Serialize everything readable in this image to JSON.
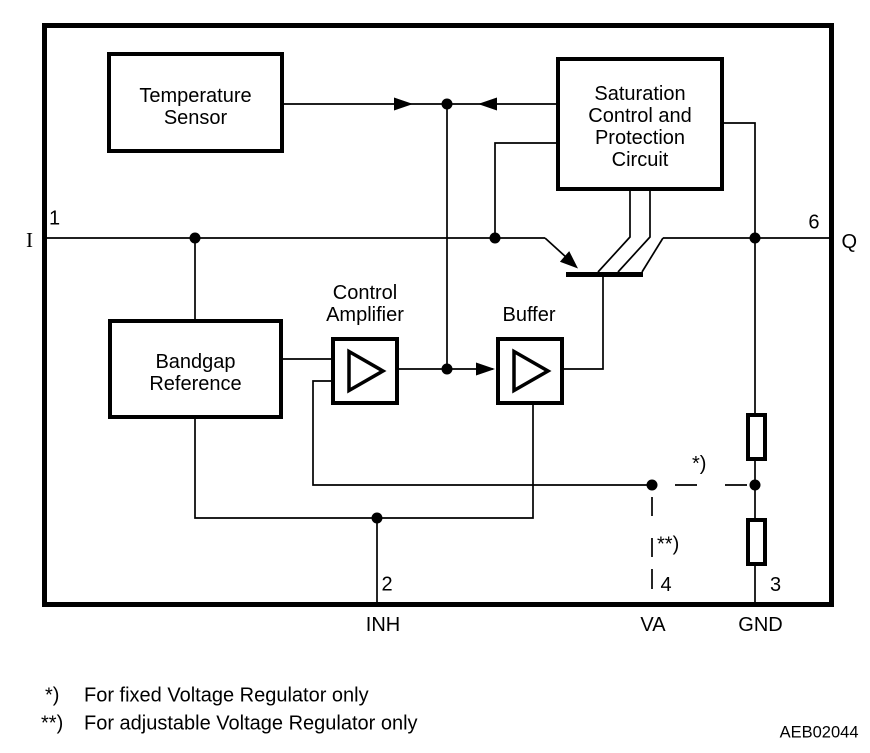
{
  "figure": {
    "type": "block-diagram",
    "description": "Voltage regulator internal block diagram",
    "blocks": {
      "temperature_sensor": {
        "lines": [
          "Temperature",
          "Sensor"
        ]
      },
      "saturation_control": {
        "lines": [
          "Saturation",
          "Control and",
          "Protection",
          "Circuit"
        ]
      },
      "bandgap_reference": {
        "lines": [
          "Bandgap",
          "Reference"
        ]
      },
      "control_amplifier": {
        "lines": [
          "Control",
          "Amplifier"
        ]
      },
      "buffer": {
        "label": "Buffer"
      }
    },
    "pins": {
      "input": {
        "number": "1",
        "name": "I"
      },
      "output": {
        "number": "6",
        "name": "Q"
      },
      "inhibit": {
        "number": "2",
        "name": "INH"
      },
      "adjust": {
        "number": "4",
        "name": "VA"
      },
      "ground": {
        "number": "3",
        "name": "GND"
      }
    },
    "markers": {
      "fixed": "*)",
      "adjustable": "**)"
    }
  },
  "footnotes": {
    "fixed": {
      "marker": "*)",
      "text": "For fixed Voltage Regulator only"
    },
    "adjustable": {
      "marker": "**)",
      "text": "For adjustable Voltage Regulator only"
    }
  },
  "figure_id": "AEB02044",
  "colors": {
    "line": "#000000",
    "background": "#ffffff"
  }
}
